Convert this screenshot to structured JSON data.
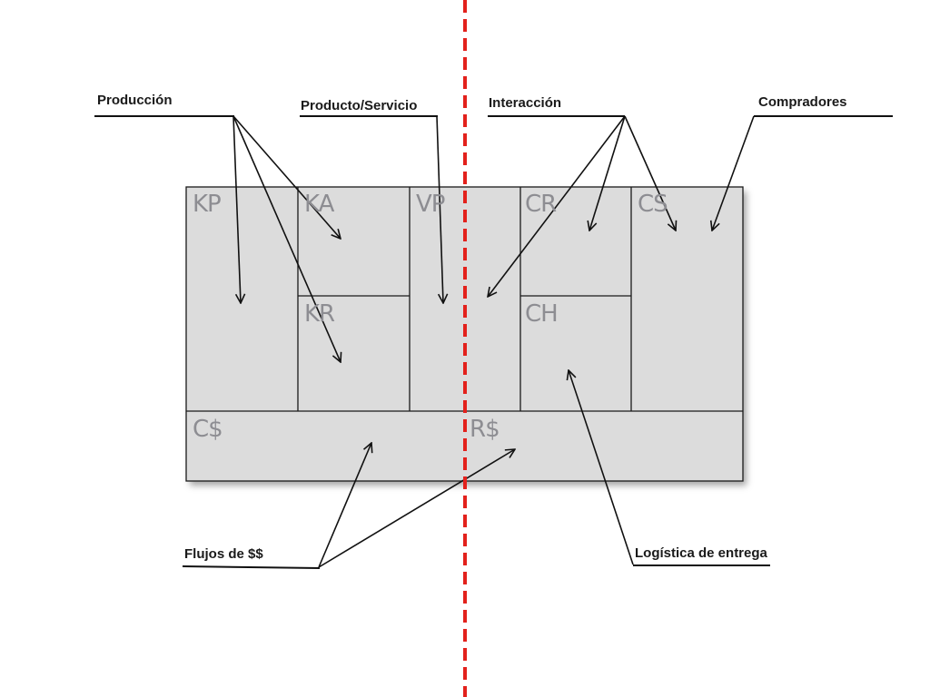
{
  "canvas": {
    "cells": {
      "kp": "KP",
      "ka": "KA",
      "kr": "KR",
      "vp": "VP",
      "cr": "CR",
      "ch": "CH",
      "cs": "CS",
      "cost": "C$",
      "revenue": "R$"
    }
  },
  "callouts": {
    "produccion": "Producción",
    "producto_servicio": "Producto/Servicio",
    "interaccion": "Interacción",
    "compradores": "Compradores",
    "flujos": "Flujos de $$",
    "logistica": "Logística de entrega"
  },
  "colors": {
    "cell_fill": "#dcdcdc",
    "cell_border": "#1a1a1a",
    "code_text": "#8d8d92",
    "divider": "#e3211c",
    "arrow": "#111111"
  }
}
